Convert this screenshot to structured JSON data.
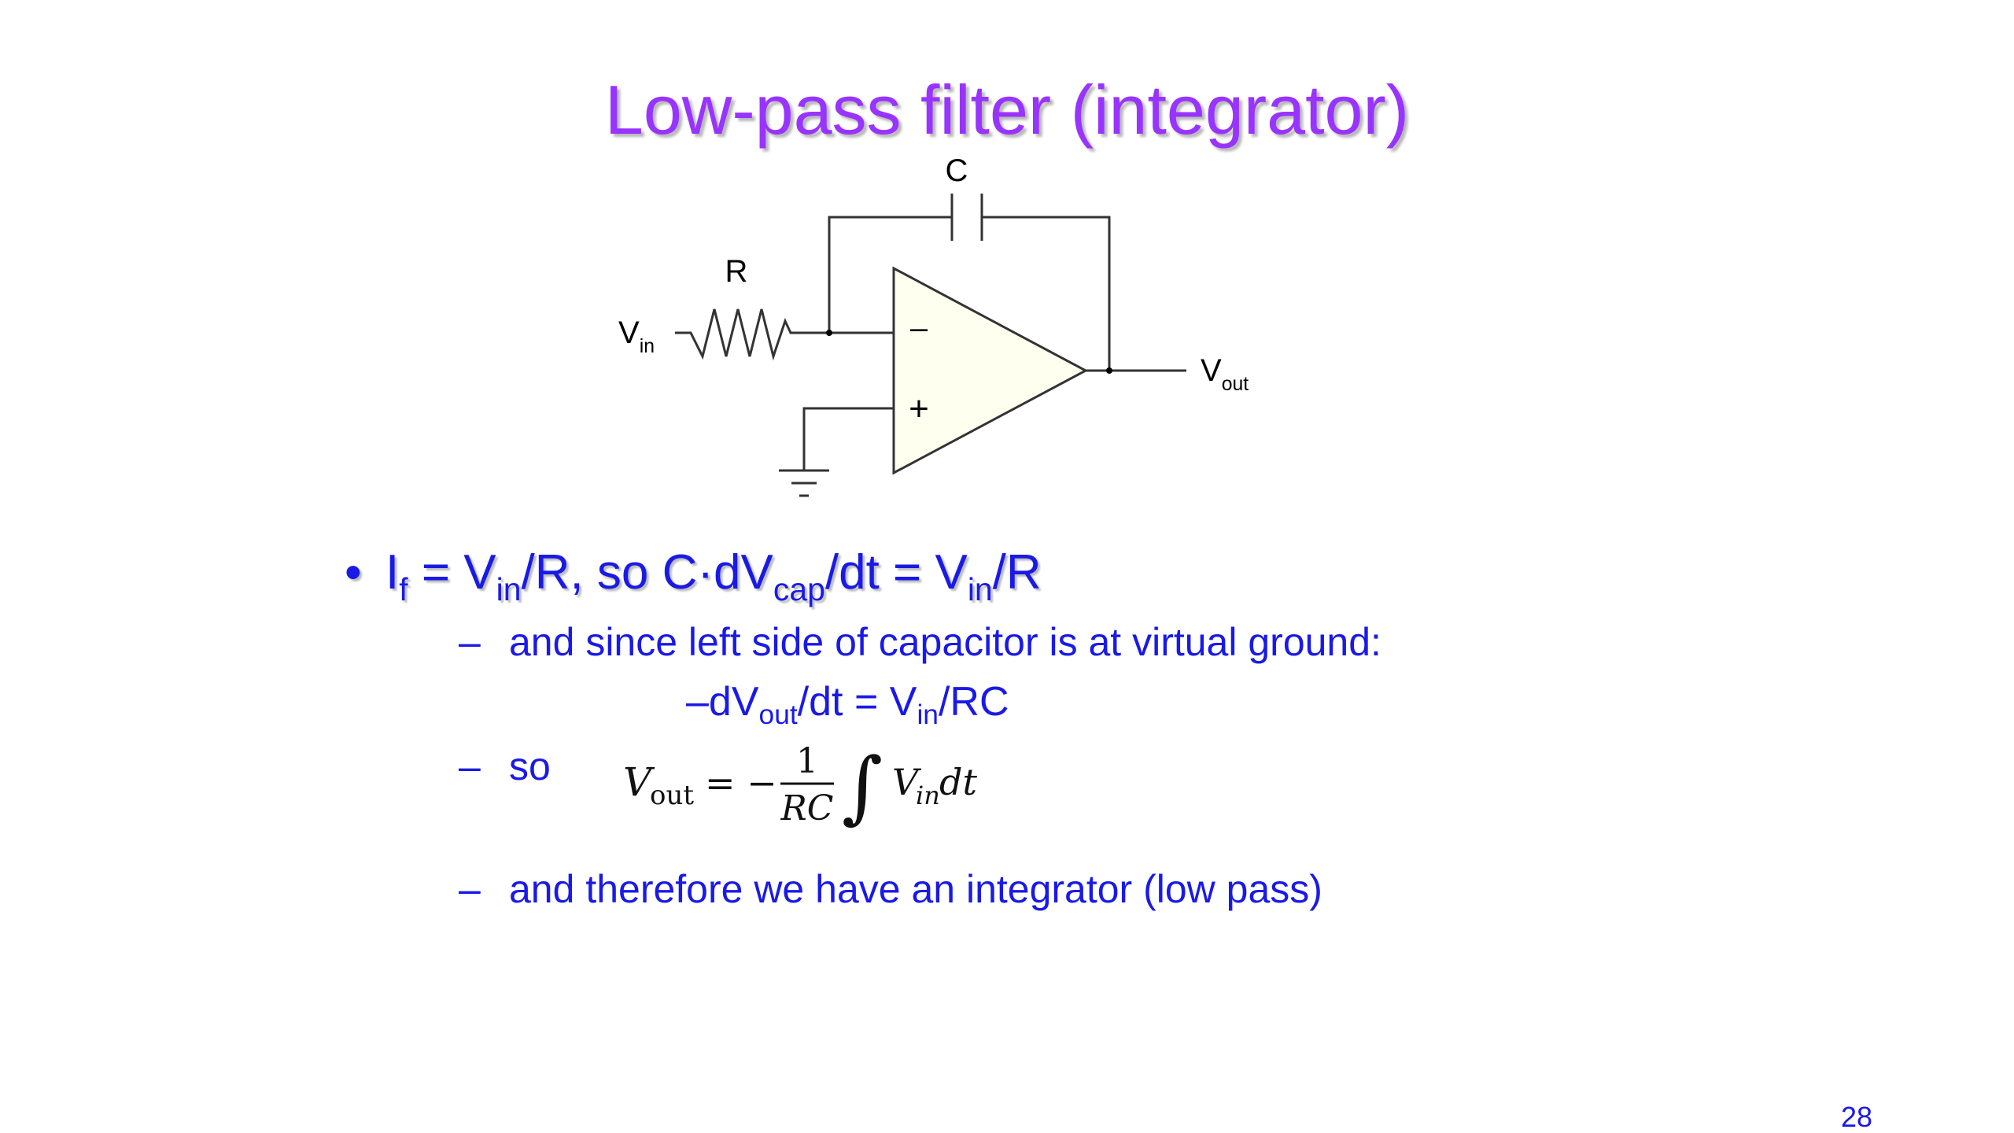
{
  "slide": {
    "title": "Low-pass filter (integrator)",
    "page_number": "28"
  },
  "circuit": {
    "capacitor_label": "C",
    "resistor_label": "R",
    "input_label": "V",
    "input_label_sub": "in",
    "output_label": "V",
    "output_label_sub": "out",
    "inverting_sign": "–",
    "noninverting_sign": "+"
  },
  "bullet": {
    "marker": "•",
    "parts": [
      "I",
      "f",
      " = V",
      "in",
      "/R, so C·dV",
      "cap",
      "/dt = V",
      "in",
      "/R"
    ]
  },
  "sub_items": {
    "dash": "–",
    "line1": "and since left side of capacitor is at virtual ground:",
    "equation_parts": [
      "–dV",
      "out",
      "/dt = V",
      "in",
      "/RC"
    ],
    "line2": "so",
    "line3": "and therefore we have an integrator (low pass)"
  },
  "formula": {
    "lhs": "V",
    "lhs_sub": "out",
    "equals": "= −",
    "numerator": "1",
    "denominator": "RC",
    "integral": "∫",
    "integrand": "V",
    "integrand_sub": "in",
    "differential": "dt"
  }
}
